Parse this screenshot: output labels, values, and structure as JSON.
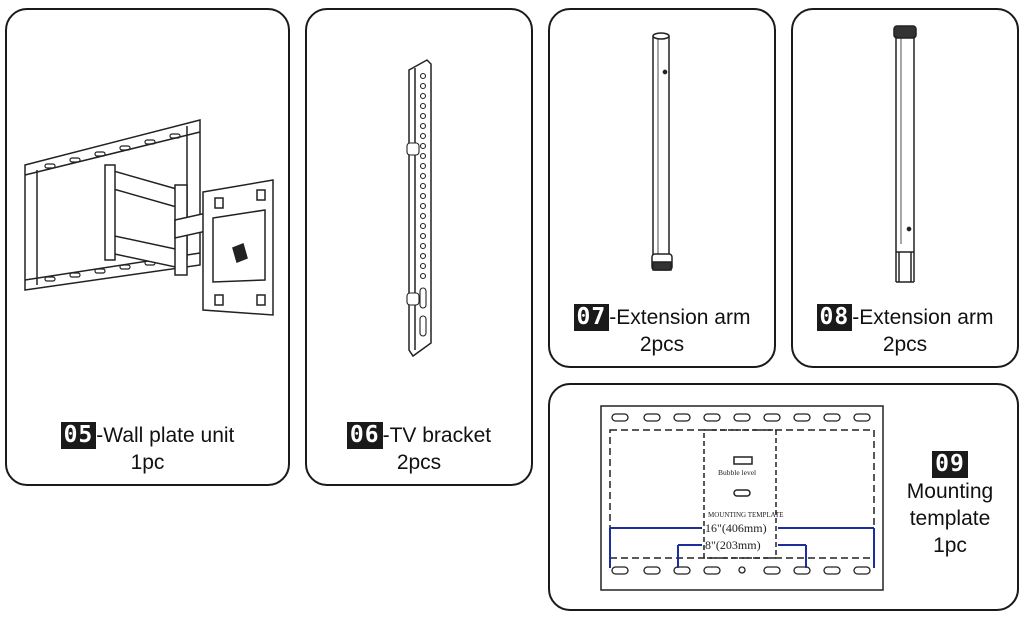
{
  "items": [
    {
      "number": "05",
      "name": "-Wall plate unit",
      "qty": "1pc"
    },
    {
      "number": "06",
      "name": "-TV bracket",
      "qty": "2pcs"
    },
    {
      "number": "07",
      "name": "-Extension arm",
      "qty": "2pcs"
    },
    {
      "number": "08",
      "name": "-Extension arm",
      "qty": "2pcs"
    },
    {
      "number": "09",
      "name_line1": "Mounting",
      "name_line2": "template",
      "qty": "1pc"
    }
  ],
  "template": {
    "bubble_level": "Bubble level",
    "title": "MOUNTING TEMPLATE",
    "dim_16": "16\"(406mm)",
    "dim_8": "8\"(203mm)"
  }
}
